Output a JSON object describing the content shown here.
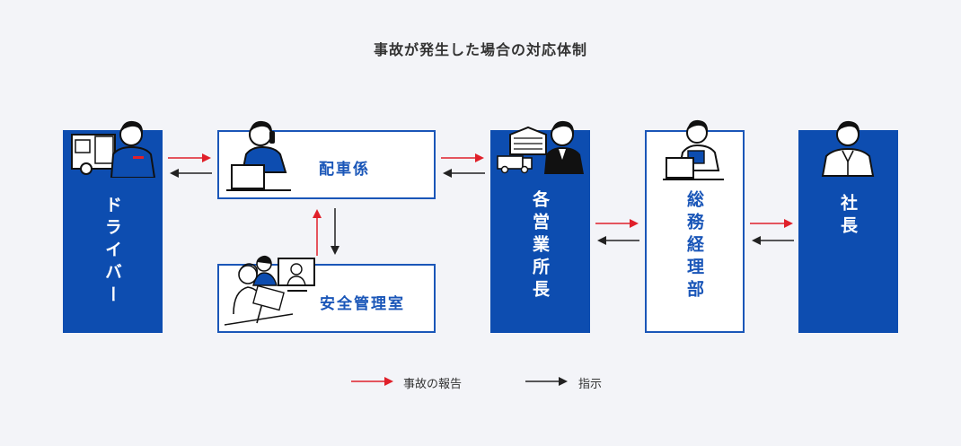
{
  "title": "事故が発生した場合の対応体制",
  "nodes": {
    "driver": "ドライバー",
    "dispatcher": "配車係",
    "safety": "安全管理室",
    "office": "各営業所長",
    "general": "総務経理部",
    "president": "社長"
  },
  "legend": {
    "report": "事故の報告",
    "instruction": "指示"
  },
  "colors": {
    "report": "#e0202a",
    "instruction": "#222222",
    "brand": "#0d4db0"
  }
}
